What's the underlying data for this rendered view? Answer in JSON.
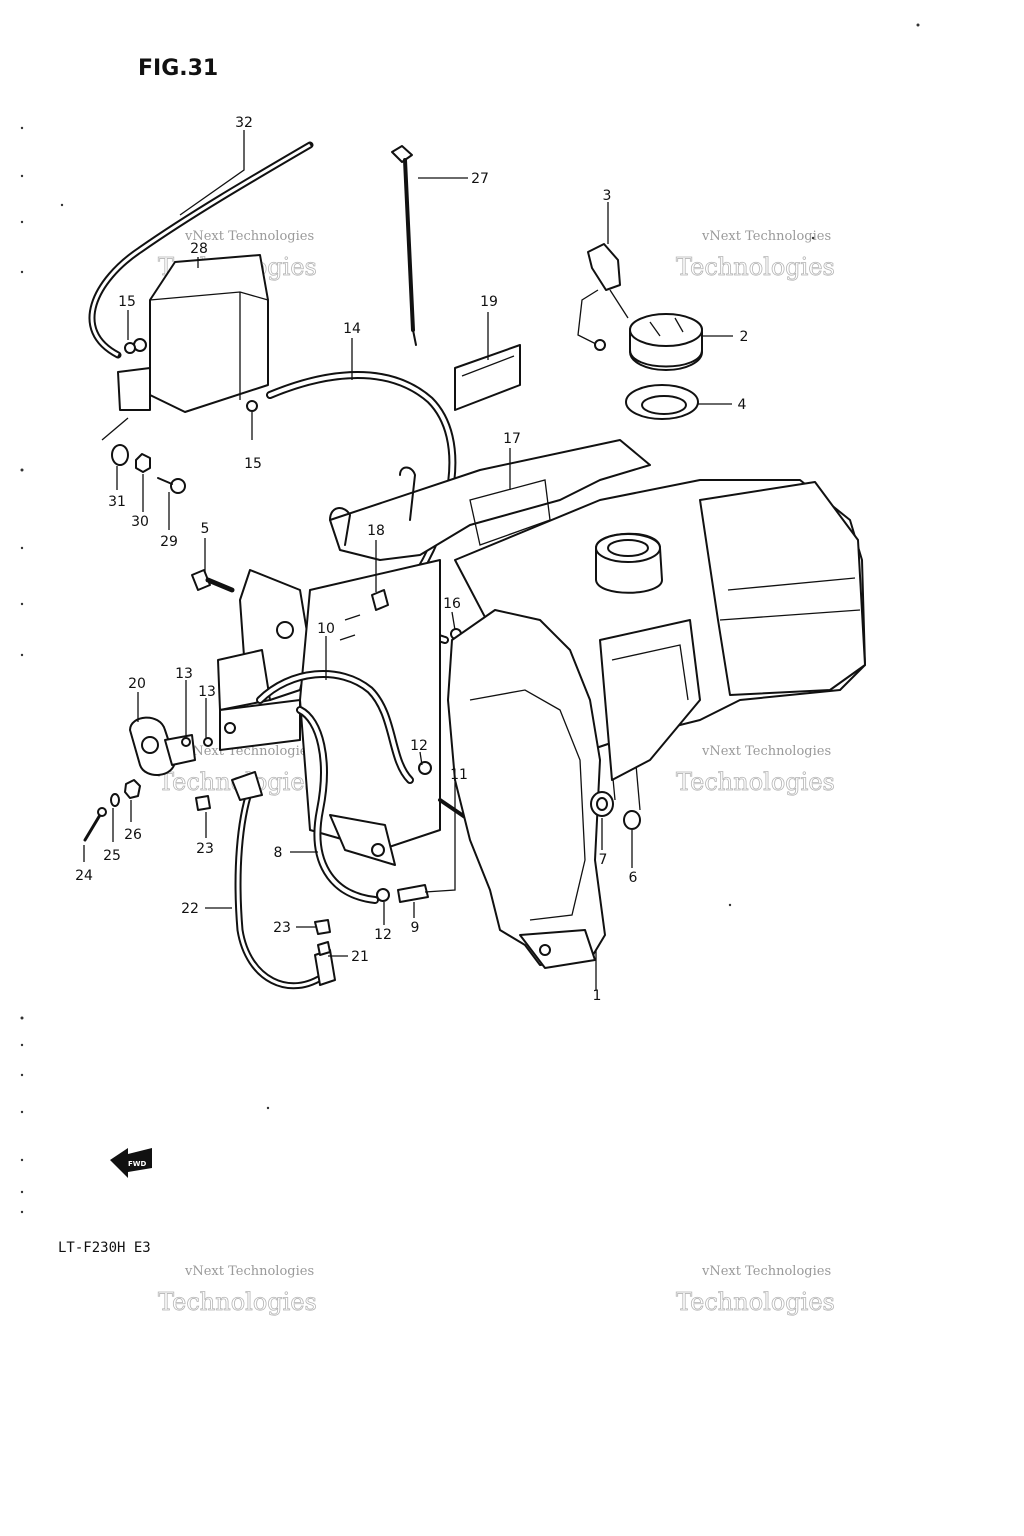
{
  "figure": {
    "title": "FIG.31",
    "model": "LT-F230H E3",
    "fwd": "FWD"
  },
  "watermark": {
    "line1": "vNext Technologies",
    "line2": "Technologies"
  },
  "callouts": [
    "1",
    "2",
    "3",
    "4",
    "5",
    "6",
    "7",
    "8",
    "9",
    "10",
    "11",
    "12",
    "13",
    "14",
    "15",
    "16",
    "17",
    "18",
    "19",
    "20",
    "21",
    "22",
    "23",
    "24",
    "25",
    "26",
    "27",
    "28",
    "29",
    "30",
    "31",
    "32"
  ]
}
